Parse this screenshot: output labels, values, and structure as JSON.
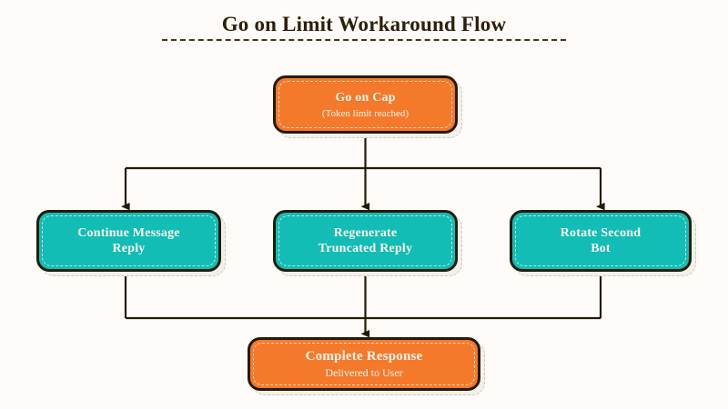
{
  "page": {
    "title": "Go on Limit Workaround Flow",
    "background_color": "#fefbf8",
    "title_color": "#2e1f0a"
  },
  "theme": {
    "orange": "#f4792b",
    "teal": "#11bdb5",
    "outline": "#231a08",
    "text_on_node": "#fdf6ec",
    "shadow": "#f3efe9"
  },
  "diagram": {
    "type": "flowchart",
    "orientation": "top-down",
    "nodes": [
      {
        "id": "go-on-cap",
        "title": "Go on Cap",
        "subtitle": "(Token limit reached)",
        "color": "#f4792b",
        "role": "start"
      },
      {
        "id": "continue-message-reply",
        "title": "Continue Message Reply",
        "title_line1": "Continue Message",
        "title_line2": "Reply",
        "subtitle": "",
        "color": "#11bdb5",
        "role": "option"
      },
      {
        "id": "regenerate-truncated-reply",
        "title": "Regenerate Truncated Reply",
        "title_line1": "Regenerate",
        "title_line2": "Truncated Reply",
        "subtitle": "",
        "color": "#11bdb5",
        "role": "option"
      },
      {
        "id": "rotate-second-bot",
        "title": "Rotate Second Bot",
        "title_line1": "Rotate Second",
        "title_line2": "Bot",
        "subtitle": "",
        "color": "#11bdb5",
        "role": "option"
      },
      {
        "id": "complete-response",
        "title": "Complete Response",
        "subtitle": "Delivered to User",
        "color": "#f4792b",
        "role": "end"
      }
    ],
    "edges": [
      {
        "from": "go-on-cap",
        "to": "continue-message-reply"
      },
      {
        "from": "go-on-cap",
        "to": "regenerate-truncated-reply"
      },
      {
        "from": "go-on-cap",
        "to": "rotate-second-bot"
      },
      {
        "from": "continue-message-reply",
        "to": "complete-response"
      },
      {
        "from": "regenerate-truncated-reply",
        "to": "complete-response"
      },
      {
        "from": "rotate-second-bot",
        "to": "complete-response"
      }
    ]
  }
}
